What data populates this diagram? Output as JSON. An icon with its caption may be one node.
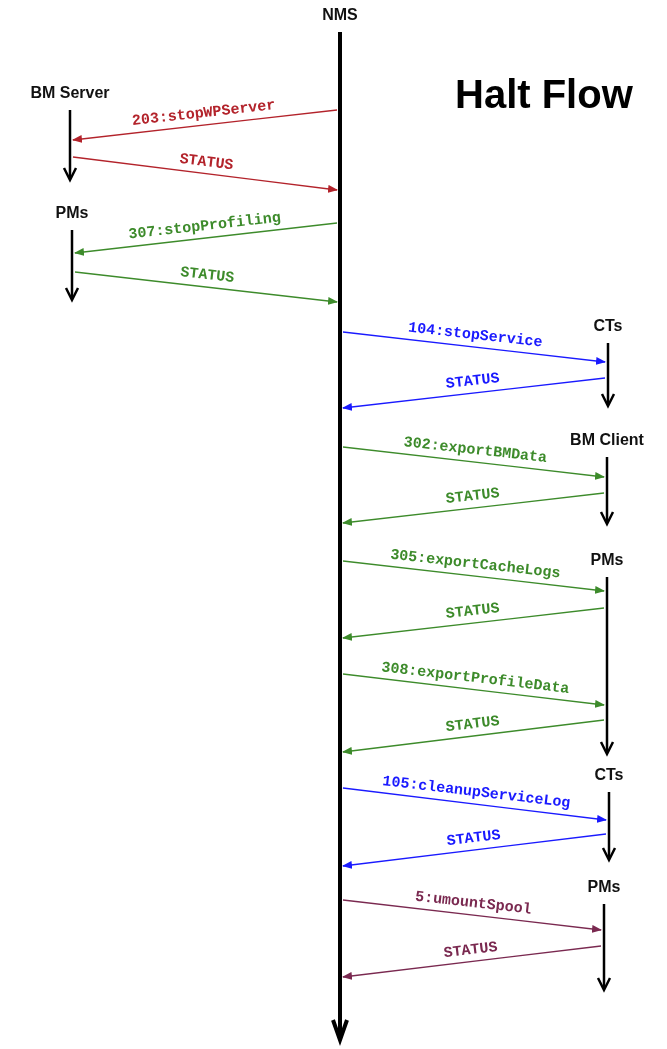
{
  "diagram": {
    "title": "Halt Flow",
    "nodes": [
      {
        "text": [
          "NMS"
        ]
      },
      {
        "text": [
          "BM Server"
        ]
      },
      {
        "text": [
          "PMs"
        ]
      },
      {
        "text": [
          "CTs"
        ]
      },
      {
        "text": [
          "BM Client"
        ]
      },
      {
        "text": [
          "PMs"
        ]
      },
      {
        "text": [
          "CTs"
        ]
      },
      {
        "text": [
          "PMs"
        ]
      }
    ],
    "edges": [
      {
        "from": 0,
        "to": 1,
        "arrow": "to",
        "label": "203:stopWPServer",
        "color": "#b3232b"
      },
      {
        "from": 1,
        "to": 0,
        "arrow": "to",
        "label": "STATUS",
        "color": "#b3232b"
      },
      {
        "from": 0,
        "to": 2,
        "arrow": "to",
        "label": "307:stopProfiling"
      },
      {
        "from": 2,
        "to": 0,
        "arrow": "to",
        "label": "STATUS"
      },
      {
        "from": 0,
        "to": 3,
        "arrow": "to",
        "label": "104:stopService",
        "color": "#1a1aff"
      },
      {
        "from": 3,
        "to": 0,
        "arrow": "to",
        "label": "STATUS",
        "color": "#1a1aff"
      },
      {
        "from": 0,
        "to": 4,
        "arrow": "to",
        "label": "302:exportBMData"
      },
      {
        "from": 4,
        "to": 0,
        "arrow": "to",
        "label": "STATUS"
      },
      {
        "from": 0,
        "to": 5,
        "arrow": "to",
        "label": "305:exportCacheLogs"
      },
      {
        "from": 5,
        "to": 0,
        "arrow": "to",
        "label": "STATUS"
      },
      {
        "from": 0,
        "to": 5,
        "arrow": "to",
        "label": "308:exportProfileData"
      },
      {
        "from": 5,
        "to": 0,
        "arrow": "to",
        "label": "STATUS"
      },
      {
        "from": 0,
        "to": 6,
        "arrow": "to",
        "label": "105:cleanupServiceLog",
        "color": "#1a1aff"
      },
      {
        "from": 6,
        "to": 0,
        "arrow": "to",
        "label": "STATUS",
        "color": "#1a1aff"
      },
      {
        "from": 0,
        "to": 7,
        "arrow": "to",
        "label": "5:umountSpool",
        "color": "#7a2950"
      },
      {
        "from": 7,
        "to": 0,
        "arrow": "to",
        "label": "STATUS",
        "color": "#7a2950"
      }
    ]
  }
}
